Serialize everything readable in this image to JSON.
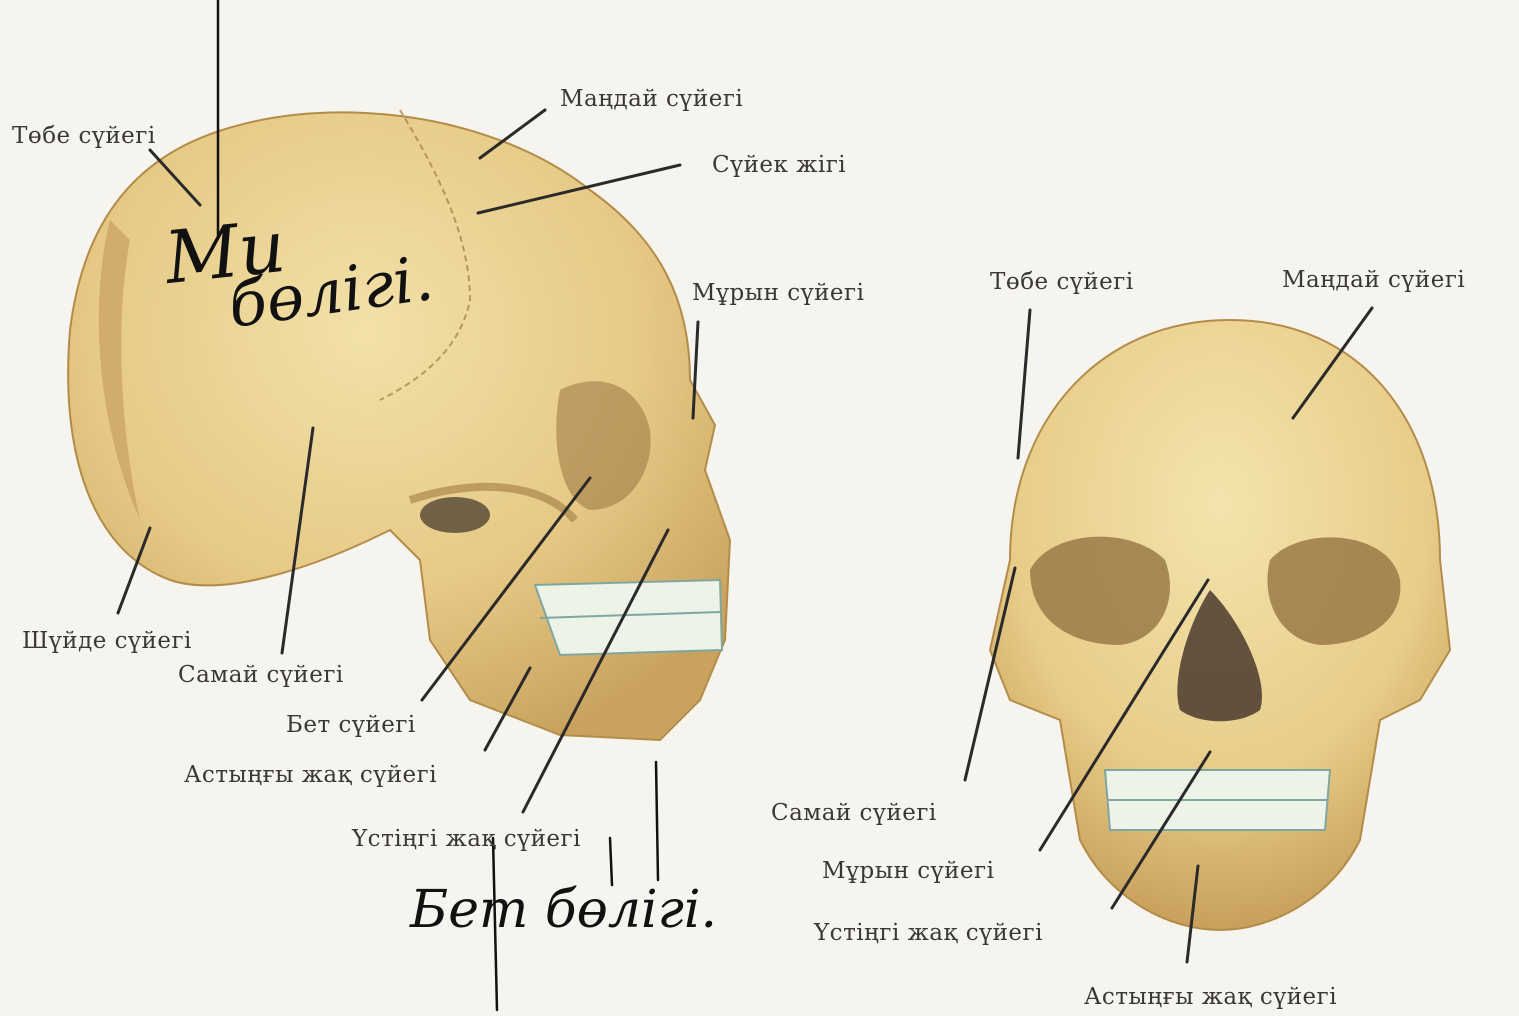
{
  "lateral_view": {
    "labels": {
      "parietal_top": "Төбе сүйегі",
      "frontal": "Маңдай  сүйегі",
      "suture": "Сүйек жігі",
      "nasal": "Мұрын сүйегі",
      "occipital": "Шүйде сүйегі",
      "temporal": "Самай сүйегі",
      "zygomatic": "Бет сүйегі",
      "mandible": "Астыңғы жақ сүйегі",
      "maxilla": "Үстіңгі жақ сүйегі"
    }
  },
  "frontal_view": {
    "labels": {
      "parietal": "Төбе  сүйегі",
      "frontal": "Маңдай сүйегі",
      "temporal": "Самай сүйегі",
      "nasal": "Мұрын сүйегі",
      "maxilla": "Үстіңгі жақ сүйегі",
      "mandible": "Астыңғы жақ сүйегі"
    }
  },
  "handwriting": {
    "brain_part_line1": "Ми",
    "brain_part_line2": "бөлігі.",
    "face_part": "Бет бөлігі."
  },
  "colors": {
    "paper": "#f6f4ee",
    "bone": "#ead28f",
    "bone_shadow": "#c9a35e",
    "label_text": "#3a3833",
    "leader_line": "#2a2a2a",
    "handwriting_ink": "#111111"
  }
}
